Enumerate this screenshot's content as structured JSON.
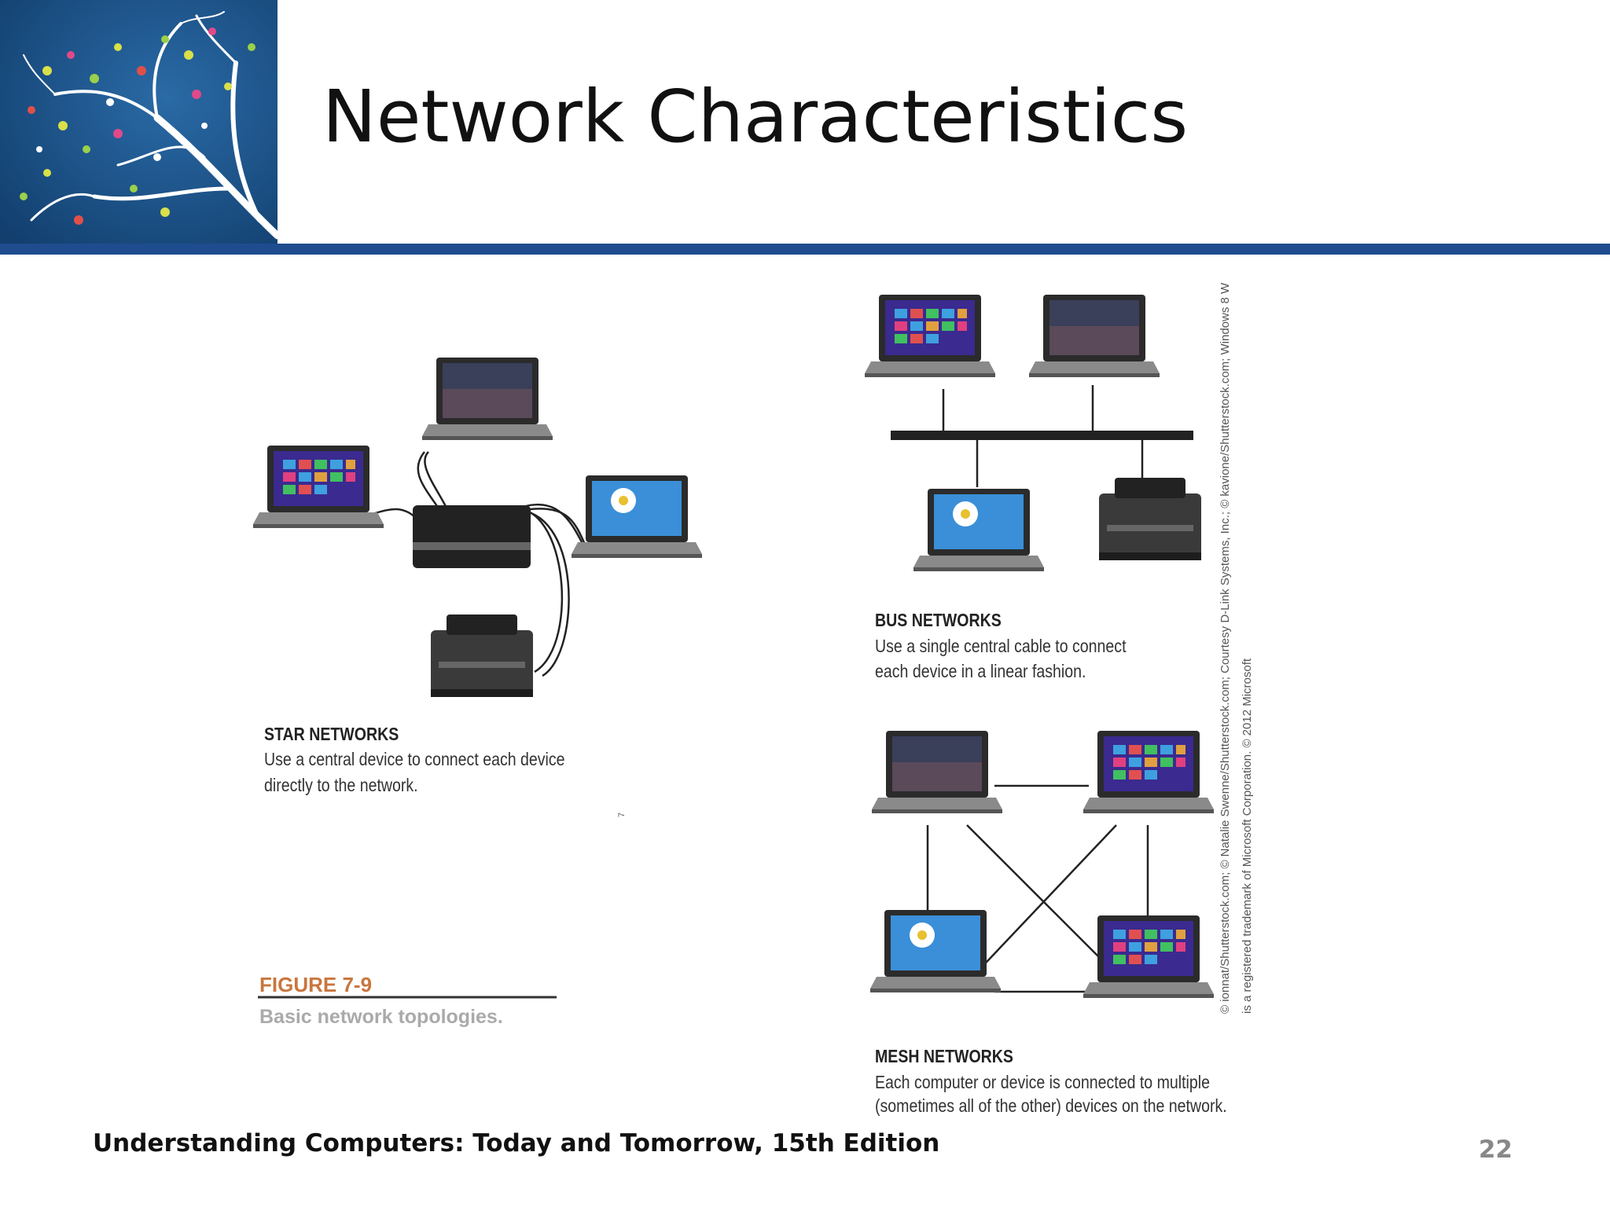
{
  "slide": {
    "title": "Network Characteristics",
    "footer": "Understanding Computers: Today and Tomorrow, 15th Edition",
    "page_number": "22"
  },
  "figure": {
    "star": {
      "heading": "STAR NETWORKS",
      "line1": "Use a central device to connect each device",
      "line2": "directly to the network."
    },
    "bus": {
      "heading": "BUS NETWORKS",
      "line1": "Use a single central cable to connect",
      "line2": "each device in a linear fashion."
    },
    "mesh": {
      "heading": "MESH NETWORKS",
      "line1": "Each computer or device is connected to multiple",
      "line2": "(sometimes all of the other) devices on the network."
    },
    "figure_number": "FIGURE 7-9",
    "figure_caption": "Basic network topologies.",
    "credit_line1": "© ionnat/Shutterstock.com; © Natalie Swenne/Shutterstock.com; Courtesy D-Link Systems, Inc.; © kavione/Shutterstock.com; Windows 8 W",
    "credit_line2": "is a registered trademark of Microsoft Corporation. © 2012 Microsoft",
    "stamp": "7"
  },
  "colors": {
    "accent_rule": "#1f4c8f",
    "figure_number": "#c9763e",
    "logo_background": "#1b4f86"
  }
}
